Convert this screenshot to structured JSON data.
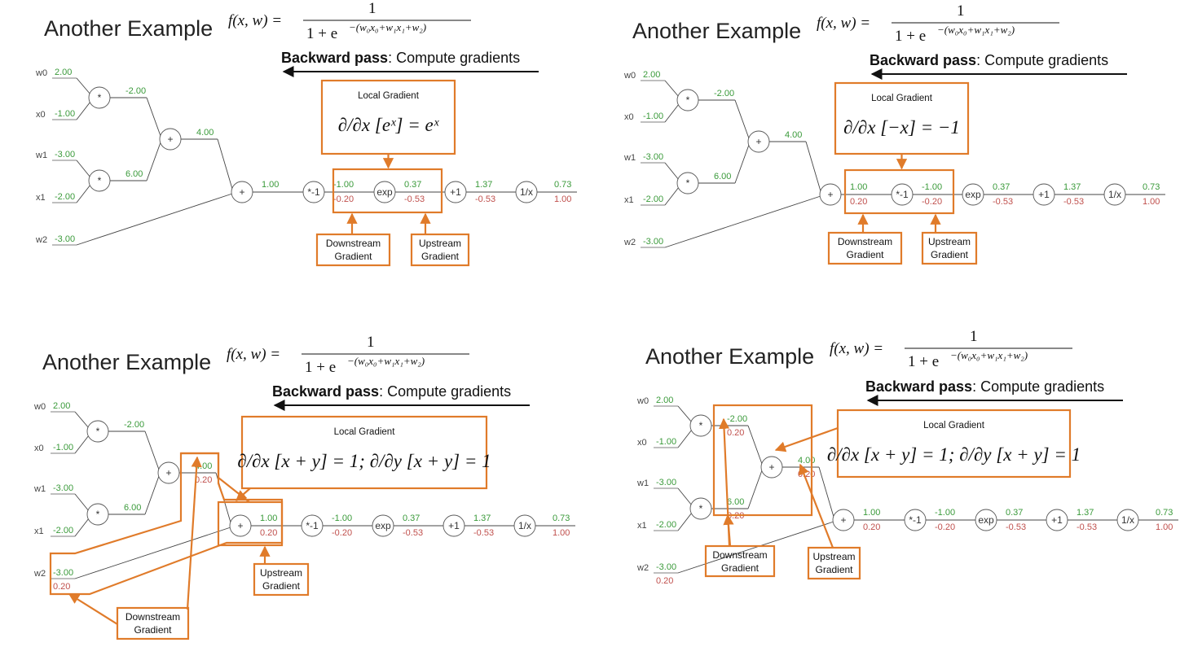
{
  "panels": [
    {
      "id": "tl",
      "title": "Another Example",
      "formula_lhs": "f(x, w) =",
      "formula_num": "1",
      "formula_den": "1 + e",
      "formula_exp": "−(w₀x₀+w₁x₁+w₂)",
      "backward_bold": "Backward pass",
      "backward_rest": ": Compute gradients",
      "local_gradient_title": "Local Gradient",
      "local_gradient_formula": "∂/∂x [eˣ] = eˣ",
      "downstream_label": [
        "Downstream",
        "Gradient"
      ],
      "upstream_label": [
        "Upstream",
        "Gradient"
      ]
    },
    {
      "id": "tr",
      "title": "Another Example",
      "formula_lhs": "f(x, w) =",
      "formula_num": "1",
      "formula_den": "1 + e",
      "formula_exp": "−(w₀x₀+w₁x₁+w₂)",
      "backward_bold": "Backward pass",
      "backward_rest": ": Compute gradients",
      "local_gradient_title": "Local Gradient",
      "local_gradient_formula": "∂/∂x [−x] = −1",
      "downstream_label": [
        "Downstream",
        "Gradient"
      ],
      "upstream_label": [
        "Upstream",
        "Gradient"
      ]
    },
    {
      "id": "bl",
      "title": "Another Example",
      "formula_lhs": "f(x, w) =",
      "formula_num": "1",
      "formula_den": "1 + e",
      "formula_exp": "−(w₀x₀+w₁x₁+w₂)",
      "backward_bold": "Backward pass",
      "backward_rest": ": Compute gradients",
      "local_gradient_title": "Local Gradient",
      "local_gradient_formula": "∂/∂x [x + y] = 1;  ∂/∂y [x + y] = 1",
      "downstream_label": [
        "Downstream",
        "Gradient"
      ],
      "upstream_label": [
        "Upstream",
        "Gradient"
      ]
    },
    {
      "id": "br",
      "title": "Another Example",
      "formula_lhs": "f(x, w) =",
      "formula_num": "1",
      "formula_den": "1 + e",
      "formula_exp": "−(w₀x₀+w₁x₁+w₂)",
      "backward_bold": "Backward pass",
      "backward_rest": ": Compute gradients",
      "local_gradient_title": "Local Gradient",
      "local_gradient_formula": "∂/∂x [x + y] = 1;  ∂/∂y [x + y] = 1",
      "downstream_label": [
        "Downstream",
        "Gradient"
      ],
      "upstream_label": [
        "Upstream",
        "Gradient"
      ]
    }
  ],
  "graph": {
    "inputs": [
      {
        "name": "w0",
        "value": "2.00"
      },
      {
        "name": "x0",
        "value": "-1.00"
      },
      {
        "name": "w1",
        "value": "-3.00"
      },
      {
        "name": "x1",
        "value": "-2.00"
      },
      {
        "name": "w2",
        "value": "-3.00"
      }
    ],
    "nodes": [
      "*",
      "*",
      "+",
      "+",
      "*-1",
      "exp",
      "+1",
      "1/x"
    ],
    "forward": {
      "mul0": "-2.00",
      "mul1": "6.00",
      "add0": "4.00",
      "add1": "1.00",
      "neg": "-1.00",
      "exp": "0.37",
      "plus1": "1.37",
      "inv": "0.73"
    },
    "backward": {
      "tl": {
        "add1": "",
        "neg": "-0.20",
        "exp": "-0.53",
        "plus1": "-0.53",
        "inv": "1.00"
      },
      "tr": {
        "add1": "0.20",
        "neg": "-0.20",
        "exp": "-0.53",
        "plus1": "-0.53",
        "inv": "1.00"
      },
      "bl": {
        "add0": "0.20",
        "w2": "0.20",
        "add1": "0.20",
        "neg": "-0.20",
        "exp": "-0.53",
        "plus1": "-0.53",
        "inv": "1.00"
      },
      "br": {
        "mul0": "0.20",
        "mul1": "0.20",
        "add0": "0.20",
        "w2": "0.20",
        "add1": "0.20",
        "neg": "-0.20",
        "exp": "-0.53",
        "plus1": "-0.53",
        "inv": "1.00"
      }
    }
  }
}
